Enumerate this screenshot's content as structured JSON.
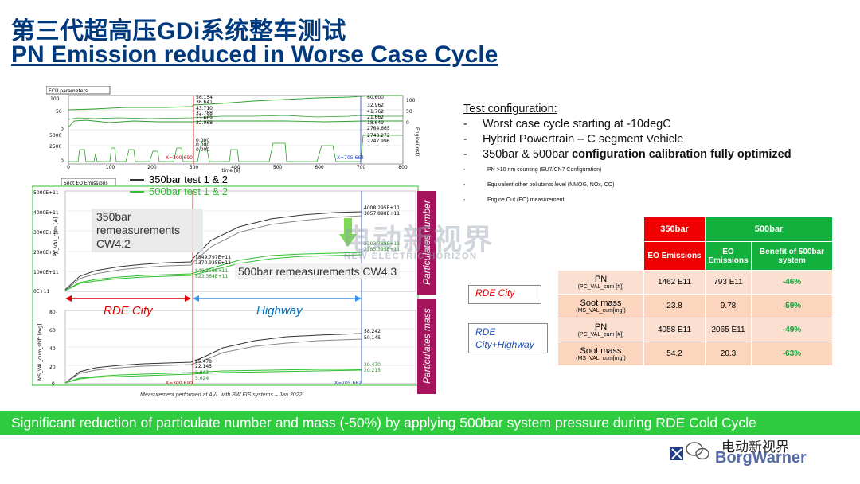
{
  "title": {
    "line1": "第三代超高压GDi系统整车测试",
    "line2": "PN Emission reduced in Worse Case Cycle"
  },
  "ecu_panel": {
    "label": "ECU parameters",
    "xaxis_label": "time [s]",
    "xticks": [
      "0",
      "100",
      "200",
      "300",
      "400",
      "500",
      "600",
      "700",
      "800"
    ],
    "left_ticks": [
      "100",
      "50",
      "0",
      "5000",
      "2500",
      "0"
    ],
    "right_ticks": [
      "100",
      "50",
      "0"
    ],
    "cursor_left": "X=300.690",
    "cursor_right": "X=705.662",
    "left_values": [
      "56.154",
      "36.641",
      "43.710",
      "32.788",
      "13.669",
      "32.968",
      "0.000",
      "0.000",
      "0.000"
    ],
    "right_values": [
      "60.600",
      "32.962",
      "41.762",
      "21.662",
      "18.649",
      "2764.665",
      "2748.272",
      "2747.996"
    ],
    "right_axis_label": "Engine(Inst)"
  },
  "main_chart": {
    "panel_label": "Soot EO Emissions",
    "legend": [
      {
        "label": "350bar test 1 & 2",
        "color": "#333333"
      },
      {
        "label": "500bar test 1 & 2",
        "color": "#2fbf2f"
      }
    ],
    "pn_ylabel": "PC_VAL_cum [#]",
    "pn_ticks": [
      "5000E+11",
      "4000E+11",
      "3000E+11",
      "2000E+11",
      "1000E+11",
      "0E+11"
    ],
    "mass_ylabel": "MS_VAL_cum_shift [mg]",
    "mass_ticks": [
      "80",
      "60",
      "40",
      "20",
      "0"
    ],
    "label_350": "350bar remeasurements CW4.2",
    "label_500": "500bar remeasurements CW4.3",
    "pn_values_left": [
      "1549.797E+11",
      "1370.935E+11",
      "849.350E+11",
      "823.364E+11"
    ],
    "pn_values_right": [
      "4008.295E+11",
      "3857.898E+11",
      "2303.788E+11",
      "2185.395E+11"
    ],
    "mass_values_left": [
      "25.478",
      "22.145",
      "9.947",
      "5.624"
    ],
    "mass_values_right": [
      "58.242",
      "50.145",
      "20.470",
      "20.215"
    ],
    "cursor_left": "X=300.690",
    "cursor_right": "X=705.662",
    "rde_label": "RDE City",
    "highway_label": "Highway",
    "particulates_number": "Particulates number",
    "particulates_mass": "Particulates mass",
    "note": "Measurement performed at AVL with BW FIS systems – Jan.2022"
  },
  "config": {
    "heading": "Test configuration:",
    "items": [
      {
        "text": "Worst case cycle starting at -10degC",
        "indent": false
      },
      {
        "text": "Hybrid Powertrain – C segment Vehicle",
        "indent": false
      },
      {
        "text": "350bar & 500bar ",
        "bold": "configuration calibration fully optimized",
        "indent": false
      },
      {
        "text": "PN >10 nm counting (EU7/CN7 Configuration)",
        "indent": true
      },
      {
        "text": "Equivalent other pollutants level (NMOG, NOx, CO)",
        "indent": true
      },
      {
        "text": "Engine Out (EO) measurement",
        "indent": true
      }
    ]
  },
  "table": {
    "h350": "350bar",
    "h500": "500bar",
    "eo1": "EO Emissions",
    "eo2": "EO Emissions",
    "benefit": "Benefit of 500bar system",
    "rows": [
      {
        "metric": "PN",
        "unit": "(PC_VAL_cum [#])",
        "v350": "1462 E11",
        "v500": "793 E11",
        "benefit": "-46%"
      },
      {
        "metric": "Soot mass",
        "unit": "(MS_VAL_cum[mg])",
        "v350": "23.8",
        "v500": "9.78",
        "benefit": "-59%"
      },
      {
        "metric": "PN",
        "unit": "(PC_VAL_cum [#])",
        "v350": "4058 E11",
        "v500": "2065 E11",
        "benefit": "-49%"
      },
      {
        "metric": "Soot mass",
        "unit": "(MS_VAL_cum[mg])",
        "v350": "54.2",
        "v500": "20.3",
        "benefit": "-63%"
      }
    ],
    "side_city": "RDE City",
    "side_city_highway_1": "RDE",
    "side_city_highway_2": "City+Highway"
  },
  "banner": "Significant reduction of particulate number and mass (-50%) by applying 500bar system pressure during RDE Cold Cycle",
  "footer": {
    "wechat_name": "电动新视界",
    "logo_text": "BorgWarner"
  },
  "watermark": {
    "cn": "电动新视界",
    "en": "NEW ELECTRIC HORIZON"
  }
}
